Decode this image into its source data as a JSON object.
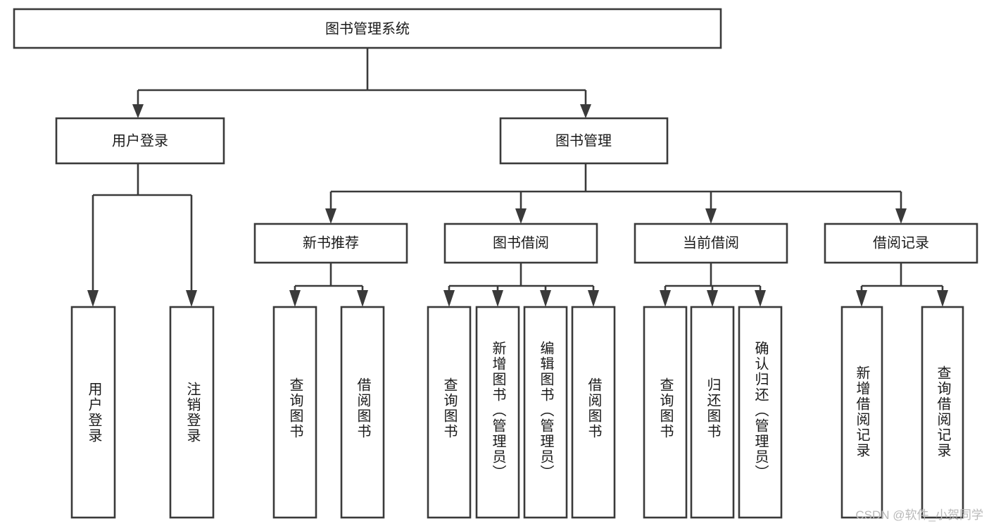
{
  "diagram": {
    "title": "图书管理系统",
    "type": "hierarchy-tree",
    "watermark": "CSDN @软件_小贺同学",
    "colors": {
      "stroke": "#3a3a3a",
      "box_fill": "#ffffff",
      "text": "#1a1a1a",
      "background": "#ffffff",
      "watermark": "#b9b9b9"
    },
    "levels": {
      "root": {
        "label": "图书管理系统"
      },
      "level2": [
        {
          "id": "user-login",
          "label": "用户登录"
        },
        {
          "id": "book-management",
          "label": "图书管理"
        }
      ],
      "level3": [
        {
          "id": "new-book-recommend",
          "label": "新书推荐",
          "parent": "book-management"
        },
        {
          "id": "book-borrow",
          "label": "图书借阅",
          "parent": "book-management"
        },
        {
          "id": "current-borrow",
          "label": "当前借阅",
          "parent": "book-management"
        },
        {
          "id": "borrow-record",
          "label": "借阅记录",
          "parent": "book-management"
        }
      ],
      "leaves": [
        {
          "id": "leaf-user-login",
          "label": "用户登录",
          "parent": "user-login"
        },
        {
          "id": "leaf-user-logout",
          "label": "注销登录",
          "parent": "user-login"
        },
        {
          "id": "leaf-query-book-1",
          "label": "查询图书",
          "parent": "new-book-recommend"
        },
        {
          "id": "leaf-borrow-book-1",
          "label": "借阅图书",
          "parent": "new-book-recommend"
        },
        {
          "id": "leaf-query-book-2",
          "label": "查询图书",
          "parent": "book-borrow"
        },
        {
          "id": "leaf-add-book",
          "label": "新增图书（管理员）",
          "parent": "book-borrow"
        },
        {
          "id": "leaf-edit-book",
          "label": "编辑图书（管理员）",
          "parent": "book-borrow"
        },
        {
          "id": "leaf-borrow-book-2",
          "label": "借阅图书",
          "parent": "book-borrow"
        },
        {
          "id": "leaf-query-book-3",
          "label": "查询图书",
          "parent": "current-borrow"
        },
        {
          "id": "leaf-return-book",
          "label": "归还图书",
          "parent": "current-borrow"
        },
        {
          "id": "leaf-confirm-return",
          "label": "确认归还（管理员）",
          "parent": "current-borrow"
        },
        {
          "id": "leaf-add-record",
          "label": "新增借阅记录",
          "parent": "borrow-record"
        },
        {
          "id": "leaf-query-record",
          "label": "查询借阅记录",
          "parent": "borrow-record"
        }
      ]
    }
  }
}
